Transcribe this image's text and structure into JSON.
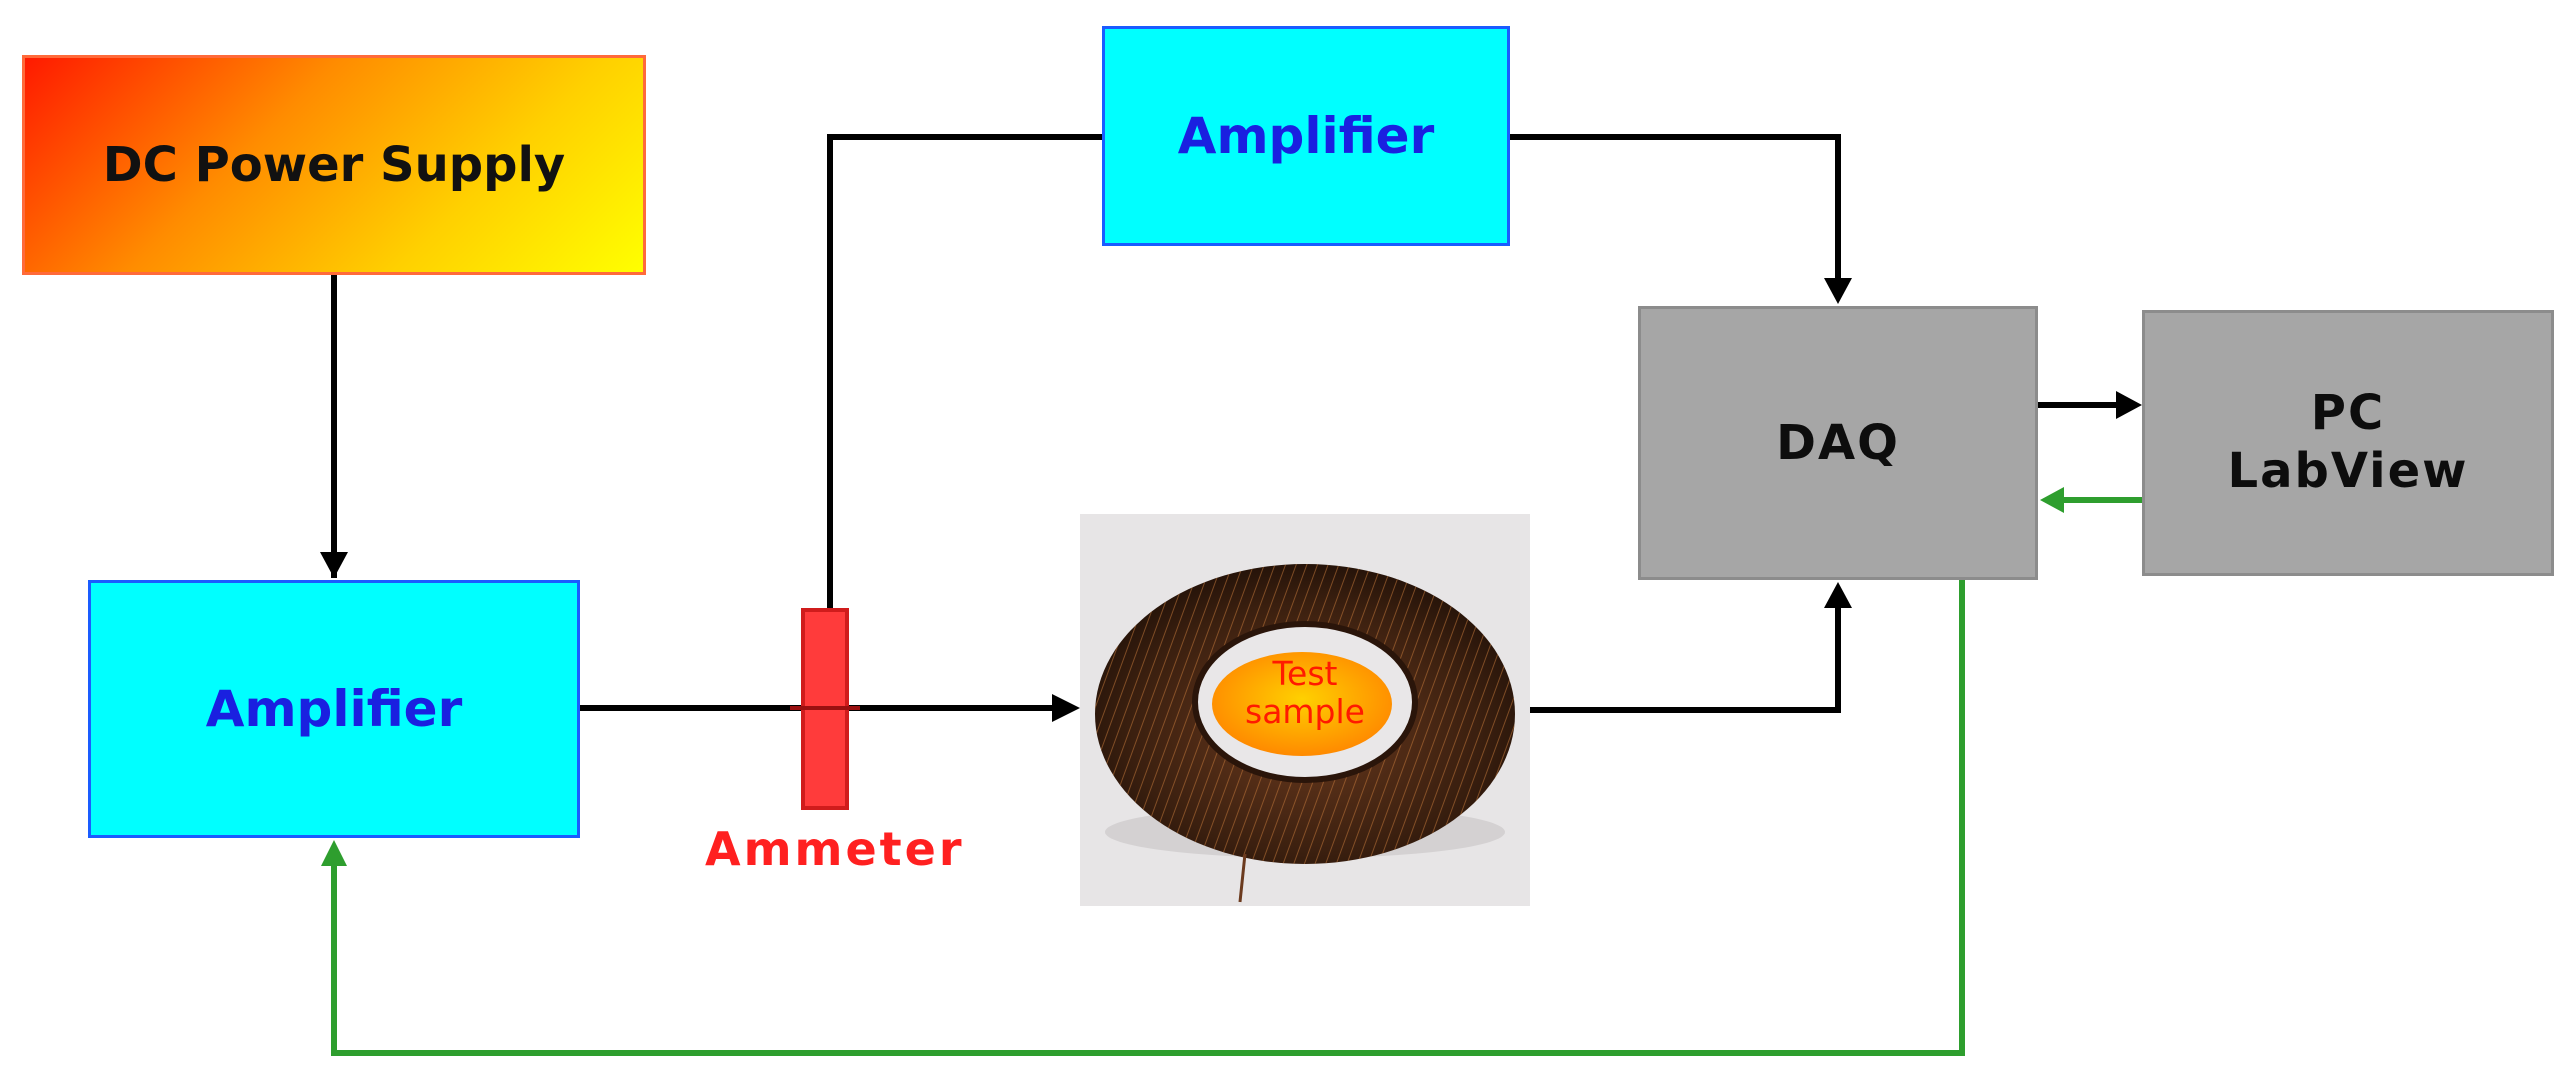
{
  "blocks": {
    "power_supply": "DC Power Supply",
    "amplifier_top": "Amplifier",
    "amplifier_left": "Amplifier",
    "daq": "DAQ",
    "pc_line1": "PC",
    "pc_line2": "LabView"
  },
  "ammeter_label": "Ammeter",
  "sample": {
    "line1": "Test",
    "line2": "sample"
  },
  "colors": {
    "signal_wire": "#000000",
    "feedback_wire": "#2e9e2e",
    "amplifier_fill": "#00ffff",
    "amplifier_text": "#1a20e0",
    "daq_fill": "#a6a6a6",
    "ammeter": "#ff3b3b"
  }
}
